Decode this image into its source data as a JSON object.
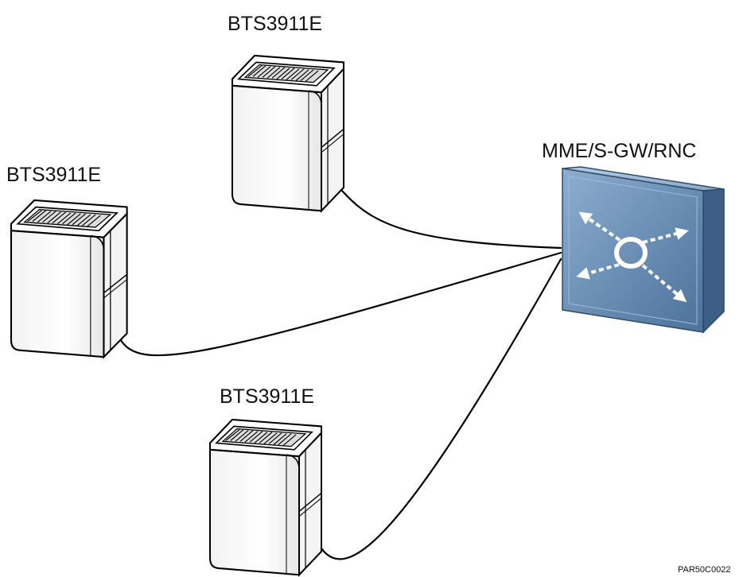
{
  "labels": {
    "bts_top": "BTS3911E",
    "bts_left": "BTS3911E",
    "bts_bottom": "BTS3911E",
    "core": "MME/S-GW/RNC",
    "figure_id": "PAR50C0022"
  },
  "icons": {
    "bts": "base-station-cabinet-icon",
    "core": "network-switch-icon"
  },
  "colors": {
    "core_face": "#6b8fb5",
    "core_side": "#3d5f85",
    "line": "#000000"
  }
}
